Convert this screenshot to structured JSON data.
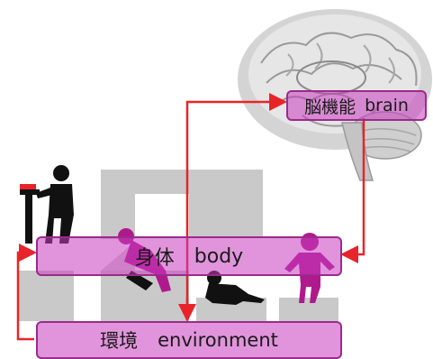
{
  "labels": {
    "brain": {
      "jp": "脳機能",
      "en": "brain"
    },
    "body": {
      "jp": "身体",
      "en": "body"
    },
    "environment": {
      "jp": "環境",
      "en": "environment"
    }
  },
  "colors": {
    "arrow": "#e8242a",
    "label_fill": "#c83cbe",
    "silhouette_dark": "#111111",
    "silhouette_magenta": "#b0198e",
    "block_gray": "#c9c9c9"
  }
}
